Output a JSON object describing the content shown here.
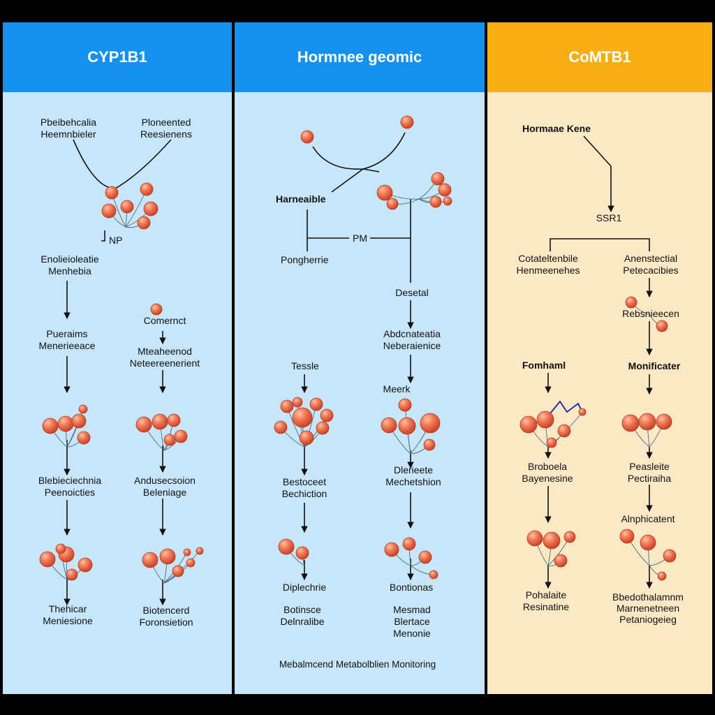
{
  "columns": [
    {
      "title": "CYP1B1",
      "color": "#1590ec"
    },
    {
      "title": "Hormnee geomic",
      "color": "#1590ec"
    },
    {
      "title": "CoMTB1",
      "color": "#f7ae12"
    }
  ],
  "col1": {
    "top_left": [
      "Pbeibehcalia",
      "Heemnbieler"
    ],
    "top_right": [
      "Ploneented",
      "Reesienens"
    ],
    "junction": "NP",
    "left_1": [
      "Enolieioleatie",
      "Menhebia"
    ],
    "left_2": [
      "Pueraims",
      "Menerieeace"
    ],
    "left_3": [
      "Blebieciechnia",
      "Peenoicties"
    ],
    "left_4": [
      "Thehicar",
      "Meniesione"
    ],
    "right_1": "Comernct",
    "right_2": [
      "Mteaheenod",
      "Neteereenerient"
    ],
    "right_3": [
      "Andusecsoion",
      "Beleniage"
    ],
    "right_4": [
      "Biotencerd",
      "Foronsietion"
    ]
  },
  "col2": {
    "harnear": "Harneaible",
    "junction": "PM",
    "pong": "Pongherrie",
    "desetal": "Desetal",
    "abd": [
      "Abdcnateatia",
      "Neberaienice"
    ],
    "tessle": "Tessle",
    "meerk": "Meerk",
    "best": [
      "Bestoceet",
      "Bechiction"
    ],
    "dler": [
      "Dlerieete",
      "Mechetshion"
    ],
    "dipl": "Diplechrie",
    "bont": "Bontionas",
    "botin": [
      "Botinsce",
      "Delnralibe"
    ],
    "mesm": [
      "Mesmad",
      "Blertace",
      "Menonie"
    ],
    "footer": "Mebalmcend Metabolblien Monitoring"
  },
  "col3": {
    "top": "Hormaae Kene",
    "ssr": "SSR1",
    "left_1": [
      "Cotateltenbile",
      "Henmeenehes"
    ],
    "right_1": [
      "Anenstectial",
      "Petecacibies"
    ],
    "right_2": "Rebsnieecen",
    "fomh": "Fomhaml",
    "monif": "Monificater",
    "bro": [
      "Broboela",
      "Bayenesine"
    ],
    "pea": [
      "Peasleite",
      "Pectiraiha"
    ],
    "alnp": "Alnphicatent",
    "poh": [
      "Pohalaite",
      "Resinatine"
    ],
    "bbed": [
      "Bbedothalamnm",
      "Marnenetneen",
      "Petaniogeieg"
    ]
  }
}
